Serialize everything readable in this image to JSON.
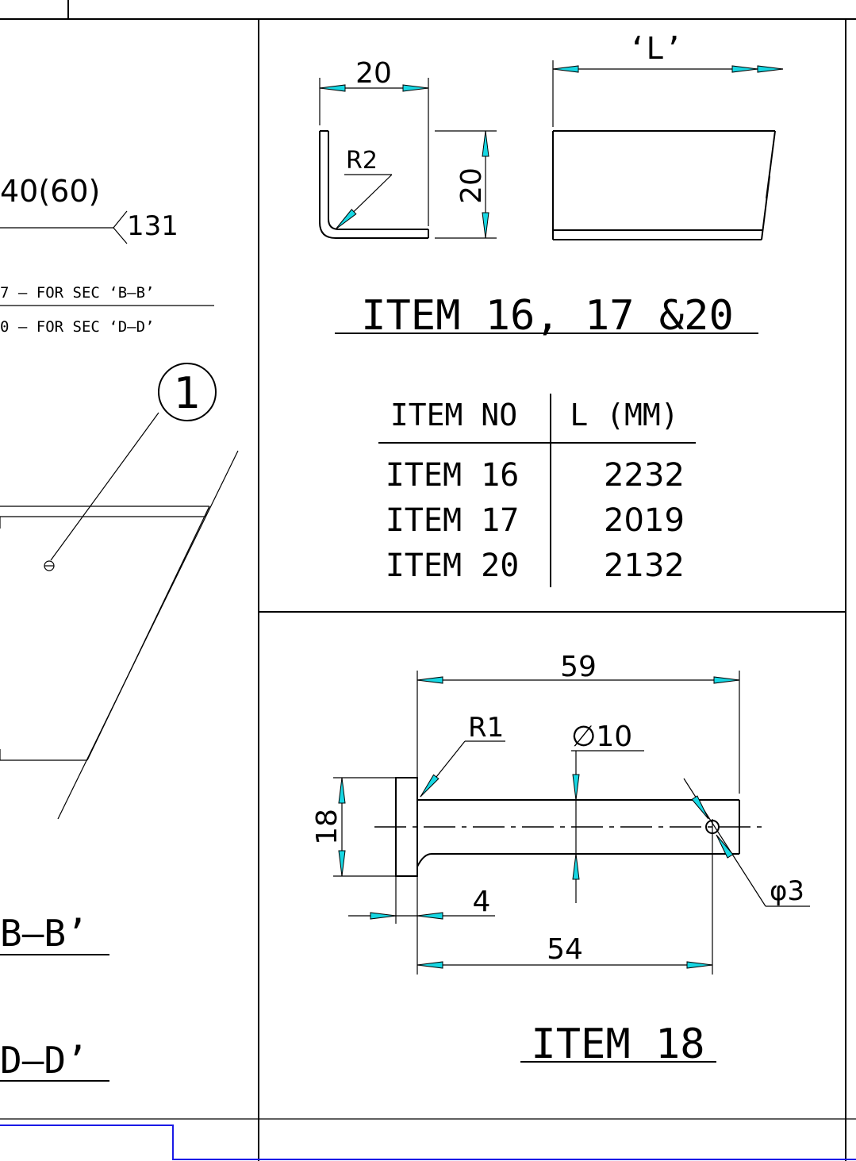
{
  "left_view": {
    "weld_label": "40(60)",
    "weld_ref": "131",
    "note_line_1": "7 – FOR SEC ‘B–B’",
    "note_line_2": "0 – FOR SEC ‘D–D’",
    "balloon": "1",
    "section_b": "B–B’",
    "section_d": "D–D’"
  },
  "item_16_17_20": {
    "dim_width": "20",
    "dim_height": "20",
    "radius": "R2",
    "dim_length": "‘L’",
    "title": "ITEM 16, 17 &20",
    "table": {
      "headers": [
        "ITEM NO",
        "L (MM)"
      ],
      "rows": [
        [
          "ITEM 16",
          "2232"
        ],
        [
          "ITEM 17",
          "2019"
        ],
        [
          "ITEM 20",
          "2132"
        ]
      ]
    }
  },
  "item_18": {
    "dim_overall": "59",
    "radius": "R1",
    "dia_shaft": "∅10",
    "dim_head": "18",
    "dim_head_thk": "4",
    "dim_hole_pos": "54",
    "dia_hole": "φ3",
    "title": "ITEM 18"
  }
}
